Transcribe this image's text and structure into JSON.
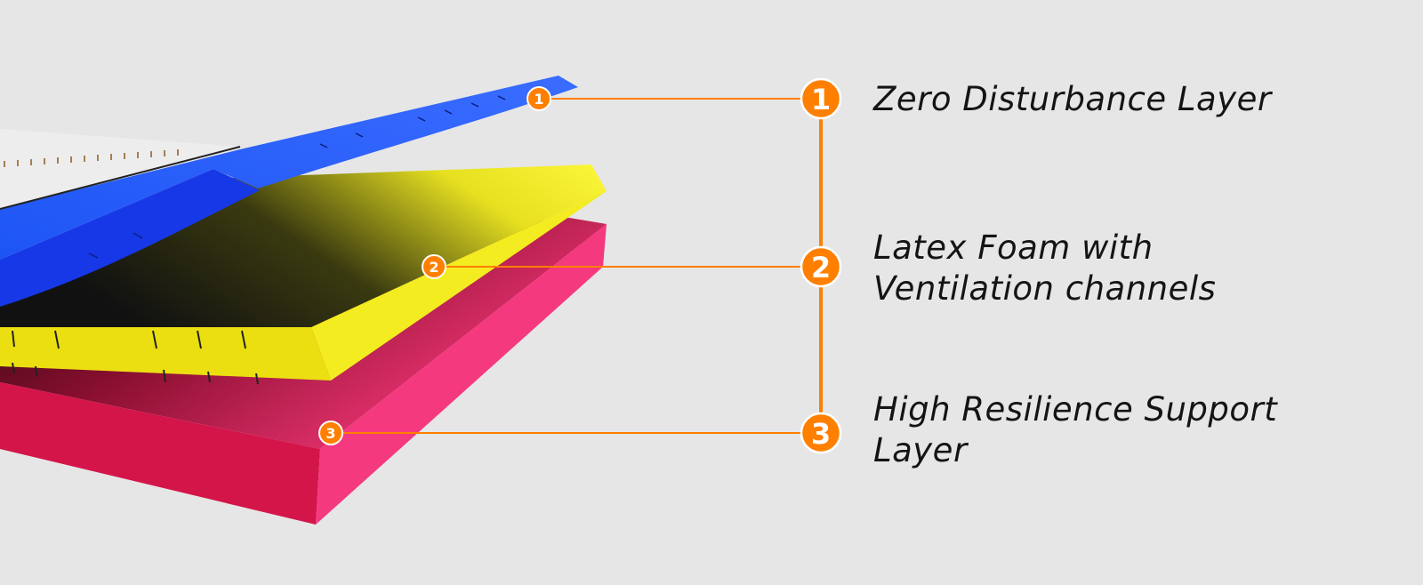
{
  "colors": {
    "accent": "#ff7f00",
    "blue": "#1f4cf2",
    "yellow": "#f8f12a",
    "pink": "#e31a5a",
    "background": "#e6e6e6"
  },
  "layers": [
    {
      "number": "1",
      "label_lines": [
        "Zero Disturbance Layer"
      ]
    },
    {
      "number": "2",
      "label_lines": [
        "Latex Foam with",
        "Ventilation channels"
      ]
    },
    {
      "number": "3",
      "label_lines": [
        "High Resilience Support",
        "Layer"
      ]
    }
  ]
}
